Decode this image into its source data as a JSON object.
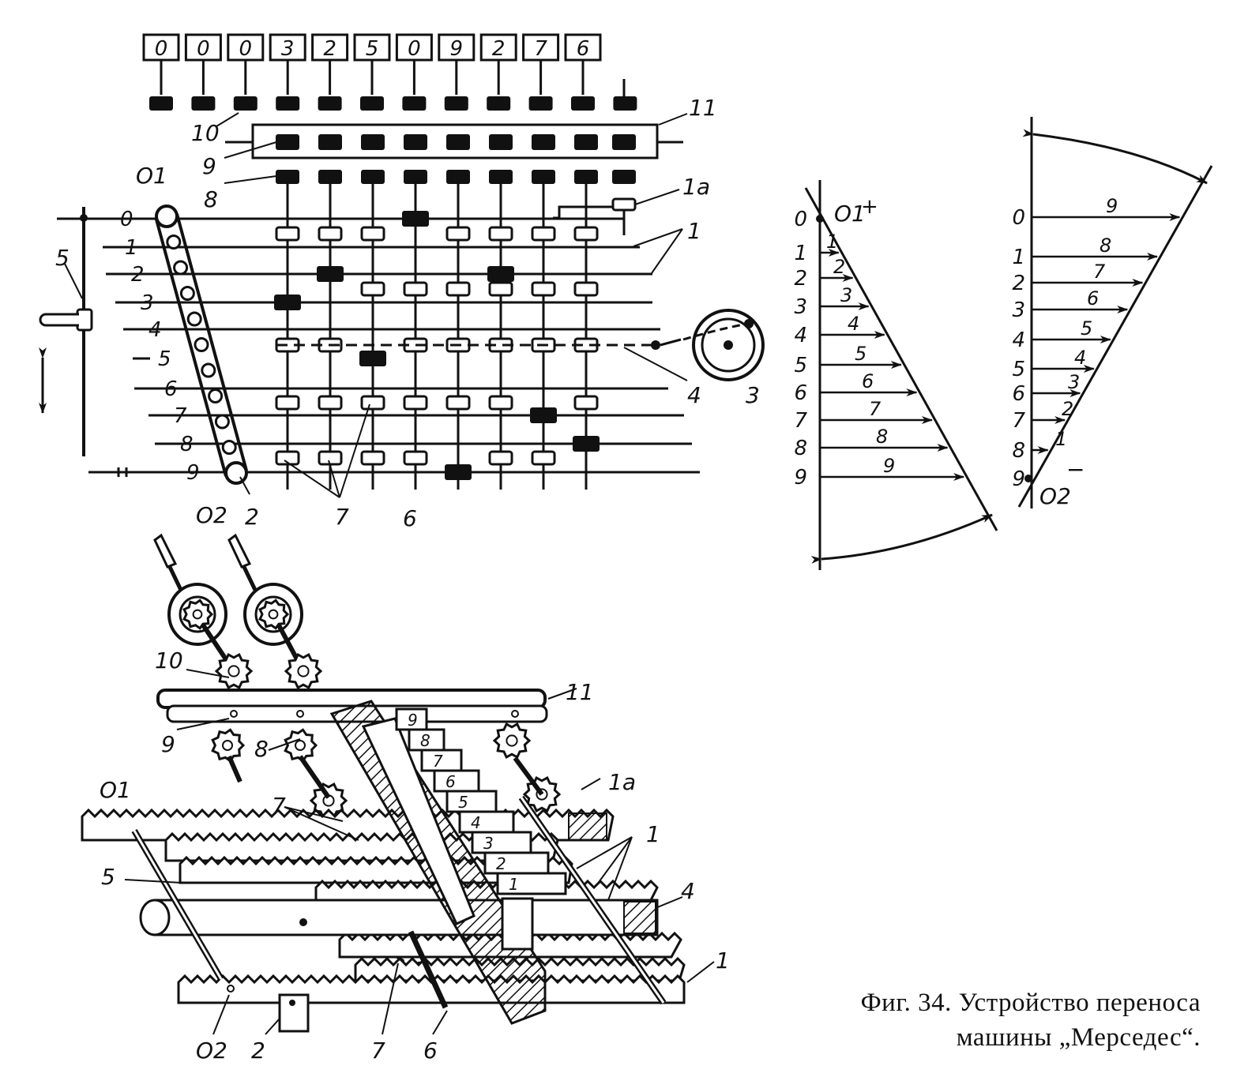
{
  "counter_digits": [
    "0",
    "0",
    "0",
    "3",
    "2",
    "5",
    "0",
    "9",
    "2",
    "7",
    "6"
  ],
  "scheme_labels": {
    "L10": "10",
    "L11": "11",
    "L9": "9",
    "L8": "8",
    "L1a": "1a",
    "L1": "1",
    "L5": "5",
    "LO1": "O1",
    "LO2": "O2",
    "L2": "2",
    "L7": "7",
    "L6": "6",
    "L4": "4",
    "L3": "3"
  },
  "rows": [
    "0",
    "1",
    "2",
    "3",
    "4",
    "5",
    "6",
    "7",
    "8",
    "9"
  ],
  "diagram_plus": {
    "pivot_label": "O1",
    "sign": "+",
    "levels": [
      "0",
      "1",
      "2",
      "3",
      "4",
      "5",
      "6",
      "7",
      "8",
      "9"
    ],
    "values": [
      "1",
      "2",
      "3",
      "4",
      "5",
      "6",
      "7",
      "8",
      "9"
    ]
  },
  "diagram_minus": {
    "pivot_label": "O2",
    "sign": "−",
    "levels": [
      "0",
      "1",
      "2",
      "3",
      "4",
      "5",
      "6",
      "7",
      "8",
      "9"
    ],
    "values": [
      "9",
      "8",
      "7",
      "6",
      "5",
      "4",
      "3",
      "2",
      "1"
    ]
  },
  "perspective": {
    "step_digits": [
      "9",
      "8",
      "7",
      "6",
      "5",
      "4",
      "3",
      "2",
      "1"
    ],
    "labels": {
      "P10": "10",
      "P11": "11",
      "P9": "9",
      "P8": "8",
      "P1a": "1a",
      "PO1": "O1",
      "P7a": "7",
      "P1": "1",
      "P5": "5",
      "P4": "4",
      "P1b": "1",
      "PO2": "O2",
      "P2": "2",
      "P7b": "7",
      "P6": "6"
    }
  },
  "caption": {
    "line1": "Фиг. 34. Устройство переноса",
    "line2": "машины „Мерседес“."
  }
}
